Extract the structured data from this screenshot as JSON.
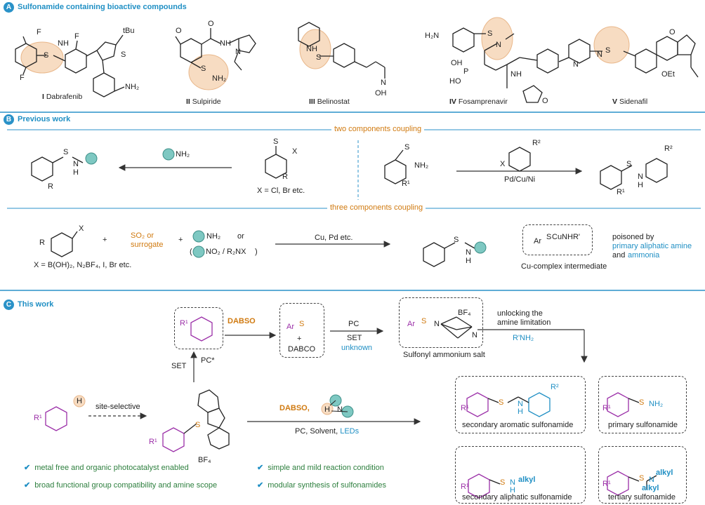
{
  "sectionA": {
    "badge": "A",
    "title": "Sulfonamide containing bioactive compounds",
    "compounds": [
      {
        "num": "I",
        "name": "Dabrafenib"
      },
      {
        "num": "II",
        "name": "Sulpiride"
      },
      {
        "num": "III",
        "name": "Belinostat"
      },
      {
        "num": "IV",
        "name": "Fosamprenavir"
      },
      {
        "num": "V",
        "name": "Sidenafil"
      }
    ],
    "atom_labels": {
      "F": "F",
      "tBu": "tBu",
      "NH": "NH",
      "S": "S",
      "N": "N",
      "NH2": "NH₂",
      "O": "O",
      "OMe": "O",
      "NH2_sulpiride": "NH₂",
      "N_H": "H",
      "NHOH": "N",
      "OH": "OH",
      "H2N": "H₂N",
      "P": "P",
      "HO": "HO",
      "OEt": "OEt"
    }
  },
  "sectionB": {
    "badge": "B",
    "title": "Previous work",
    "two_components": "two components coupling",
    "three_components": "three components coupling",
    "reagent_amine": "NH₂",
    "x_label": "X = Cl, Br etc.",
    "pd_cu_ni": "Pd/Cu/Ni",
    "r_label": "R",
    "r1_label": "R¹",
    "r2_label": "R²",
    "x_atom": "X",
    "nh2": "NH₂",
    "n_label": "N",
    "h_label": "H",
    "three": {
      "plus1": "+",
      "plus2": "+",
      "so2": "SO₂ or",
      "surrogate": "surrogate",
      "nh2_or": "or",
      "no2_r2nx": "NO₂ / R₂NX",
      "x_def": "X = B(OH)₂, N₂BF₄, I, Br etc.",
      "cu_pd": "Cu, Pd etc.",
      "cu_complex_formula": "CuNHR'",
      "cu_complex_label": "Cu-complex intermediate",
      "poisoned_by": "poisoned by",
      "primary_amine": "primary aliphatic amine",
      "and": "and",
      "ammonia": "ammonia",
      "ar": "Ar"
    }
  },
  "sectionC": {
    "badge": "C",
    "title": "This work",
    "dabso1": "DABSO",
    "plus_dabco": "+",
    "dabco": "DABCO",
    "pc_radical_cation": "PC",
    "set": "SET",
    "unknown": "unknown",
    "bf4": "BF₄",
    "sulfonyl_salt": "Sulfonyl ammonium salt",
    "unlocking1": "unlocking the",
    "unlocking2": "amine limitation",
    "rnh2": "R'NH₂",
    "set_left": "SET",
    "pc_star": "PC*",
    "site_selective": "site-selective",
    "dabso2": "DABSO,",
    "conditions_pre": "PC, Solvent, ",
    "leds": "LEDs",
    "r1": "R¹",
    "ar": "Ar",
    "products": {
      "p1": "secondary aromatic sulfonamide",
      "p2": "primary sulfonamide",
      "p3": "secondary aliphatic sulfonamide",
      "p4": "tertiary sulfonamide",
      "alkyl": "alkyl",
      "nh2": "NH₂",
      "n": "N",
      "h": "H"
    },
    "features": [
      "metal free and organic photocatalyst enabled",
      "broad functional group compatibility and amine scope",
      "simple and mild reaction condition",
      "modular synthesis of sulfonamides"
    ]
  },
  "colors": {
    "accent_blue": "#1f8fc4",
    "orange": "#d07a10",
    "purple": "#9b2fa8",
    "teal_circle": "#7ec8c2",
    "highlight_fill": "#f7dcc2",
    "check_green": "#2d7f3e"
  }
}
